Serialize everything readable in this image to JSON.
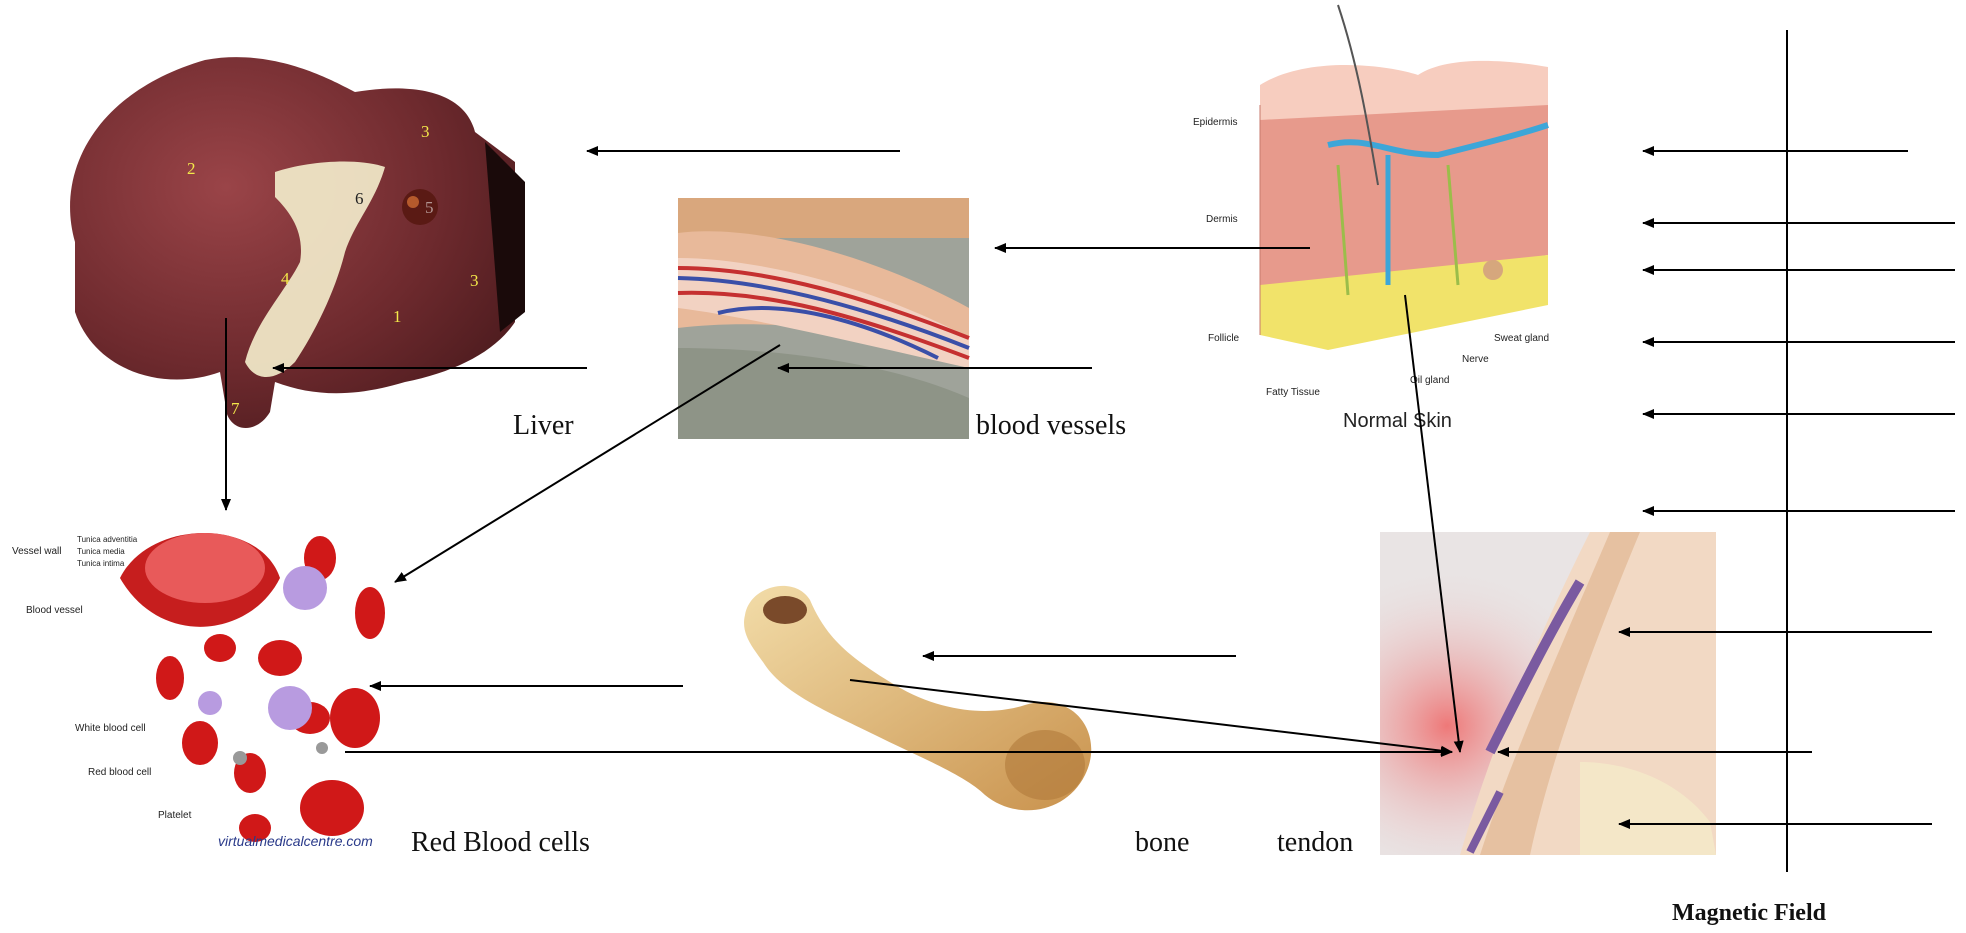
{
  "captions": {
    "liver": "Liver",
    "blood_vessels": "blood vessels",
    "red_blood_cells": "Red Blood cells",
    "bone": "bone",
    "tendon": "tendon",
    "magnetic_field": "Magnetic Field"
  },
  "liver_numbers": [
    "2",
    "3",
    "6",
    "5",
    "3",
    "4",
    "1",
    "7"
  ],
  "skin": {
    "title": "Normal Skin",
    "labels": {
      "epidermis": "Epidermis",
      "dermis": "Dermis",
      "follicle": "Follicle",
      "fatty_tissue": "Fatty Tissue",
      "oil_gland": "Oil gland",
      "nerve": "Nerve",
      "sweat_gland": "Sweat gland"
    }
  },
  "blood": {
    "labels": {
      "vessel_wall": "Vessel wall",
      "tunica_adventitia": "Tunica adventitia",
      "tunica_media": "Tunica media",
      "tunica_intima": "Tunica intima",
      "blood_vessel": "Blood vessel",
      "white_blood_cell": "White blood cell",
      "red_blood_cell": "Red blood cell",
      "platelet": "Platelet"
    },
    "watermark": "virtualmedicalcentre.com"
  },
  "colors": {
    "liver": "#7a2a2c",
    "blood_red": "#d01818",
    "skin_pink": "#e79a8c",
    "fat_yellow": "#f1e36a",
    "bone": "#e8c98a",
    "arrow": "#000000"
  }
}
